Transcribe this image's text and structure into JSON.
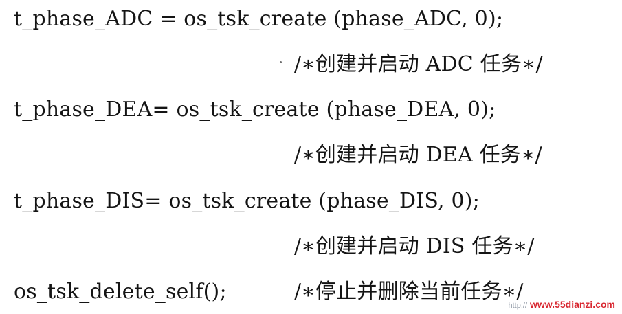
{
  "lines": [
    {
      "code": "t_phase_ADC = os_tsk_create (phase_ADC, 0);"
    },
    {
      "comment": "/∗创建并启动 ADC 任务∗/"
    },
    {
      "code": "t_phase_DEA= os_tsk_create (phase_DEA, 0);"
    },
    {
      "comment": "/∗创建并启动 DEA 任务∗/"
    },
    {
      "code": "t_phase_DIS= os_tsk_create (phase_DIS, 0);"
    },
    {
      "comment": "/∗创建并启动 DIS 任务∗/"
    },
    {
      "code": "os_tsk_delete_self();",
      "comment": "/∗停止并删除当前任务∗/"
    }
  ],
  "watermark": {
    "prefix": "http://",
    "url": "www.55dianzi.com",
    "url_color": "#d8262f"
  }
}
